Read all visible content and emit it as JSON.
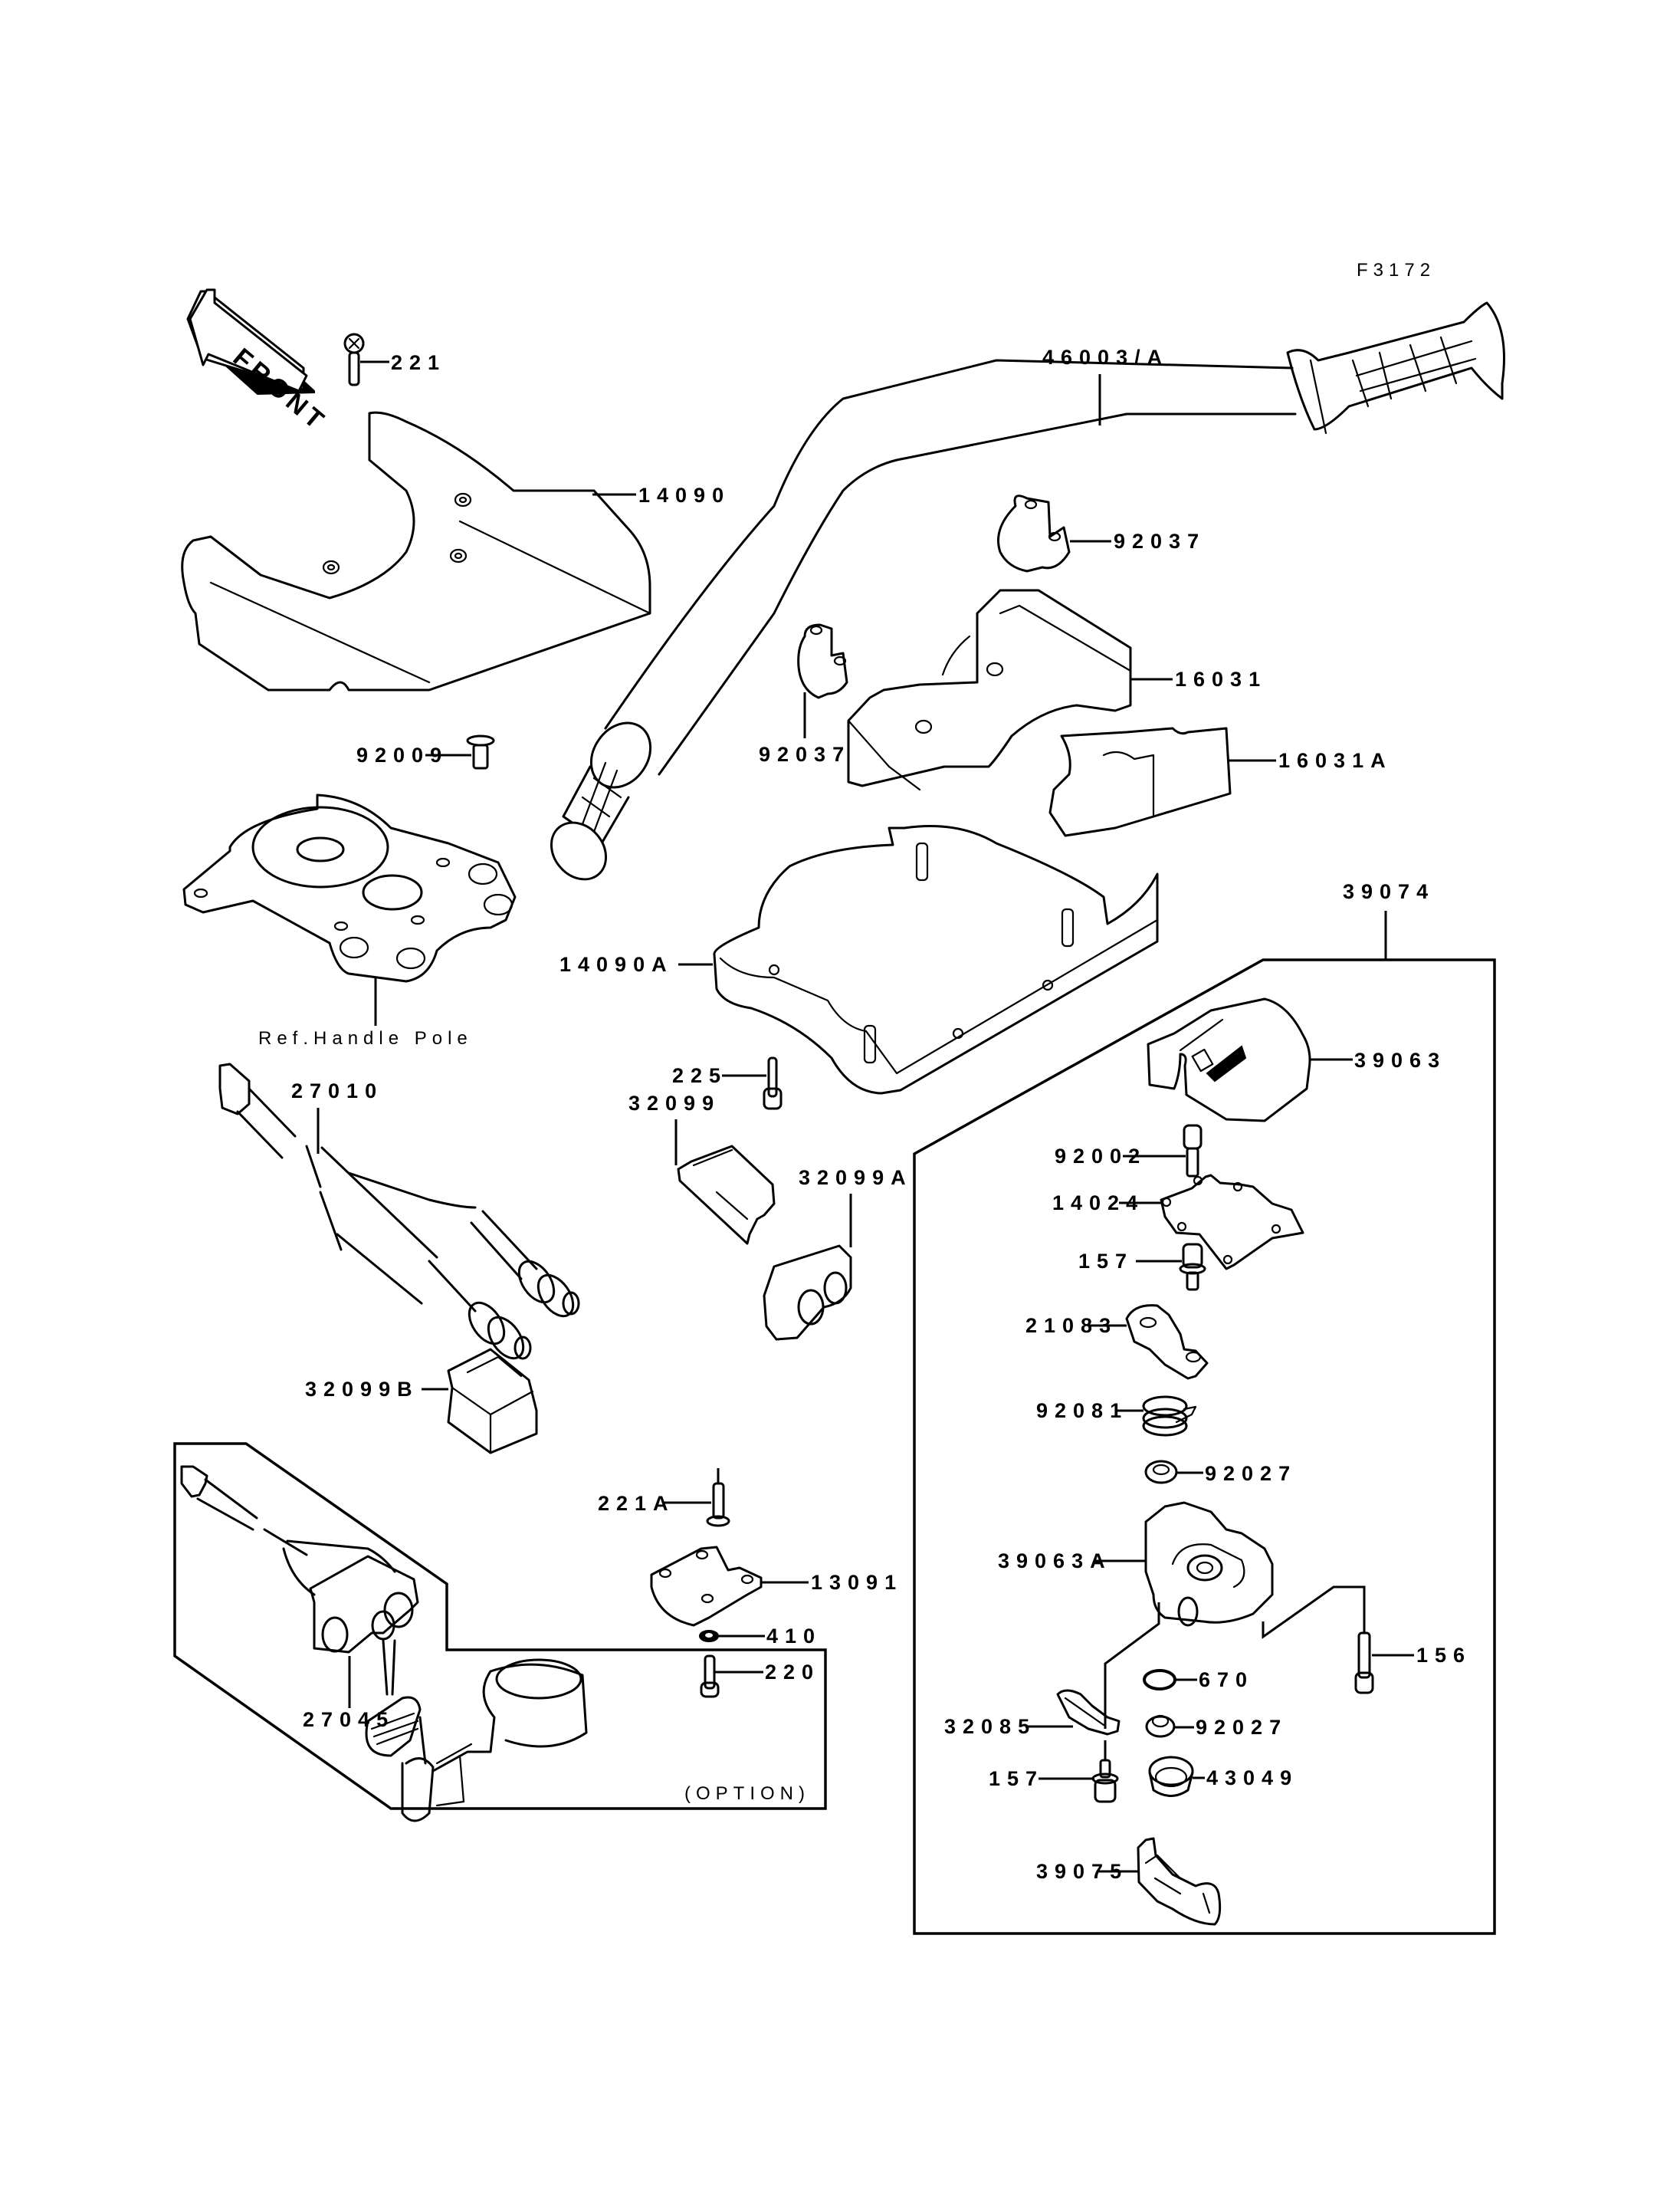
{
  "figure_code": "F3172",
  "direction_indicator": "FRONT",
  "option_note": "(OPTION)",
  "reference_note": "Ref.Handle Pole",
  "assembly_group": "39074",
  "parts": {
    "screw_top": "221",
    "handle_cover_upper": "14090",
    "handlebar": "46003/A",
    "holder_right": "92037",
    "holder_left": "92037",
    "bracket_upper": "16031",
    "bracket_lower": "16031A",
    "screw_plate": "92009",
    "handle_cover_lower": "14090A",
    "bolt_225": "225",
    "switch_harness": "27010",
    "switch_case_cover": "32099",
    "switch_holder": "32099A",
    "switch_case": "32099B",
    "screw_221a": "221A",
    "clamp": "13091",
    "nut": "410",
    "screw_220": "220",
    "stop_switch": "27045",
    "throttle_cover": "39063",
    "bolt_92002": "92002",
    "plate_14024": "14024",
    "bolt_157_upper": "157",
    "lever_21083": "21083",
    "spring_92081": "92081",
    "collar_upper": "92027",
    "throttle_case": "39063A",
    "bolt_156": "156",
    "oring_670": "670",
    "plate_32085": "32085",
    "collar_lower": "92027",
    "bolt_157_lower": "157",
    "seal_43049": "43049",
    "throttle_lever": "39075"
  }
}
